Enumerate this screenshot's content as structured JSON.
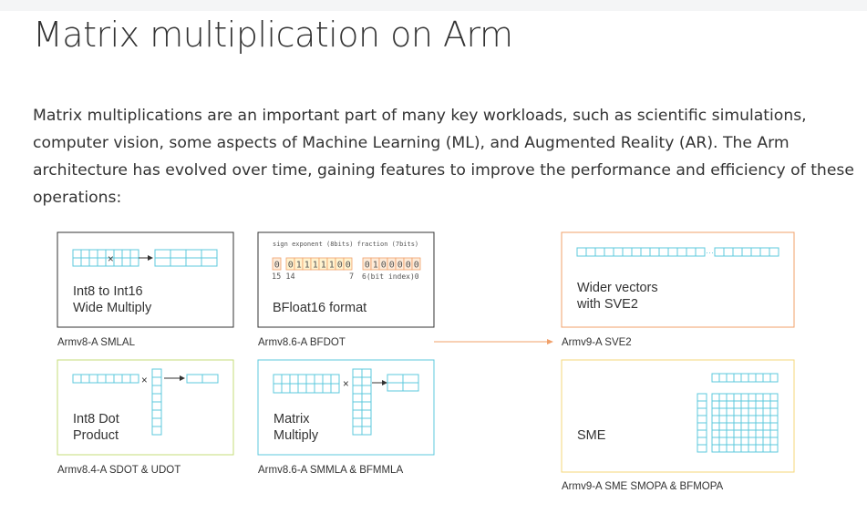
{
  "page": {
    "title": "Matrix multiplication on Arm",
    "intro": "Matrix multiplications are an important part of many key workloads, such as scientific simulations, computer vision, some aspects of Machine Learning (ML), and Augmented Reality (AR). The Arm architecture has evolved over time, gaining features to improve the performance and efficiency of these operations:"
  },
  "diagram": {
    "boxes": [
      {
        "id": "int8-int16",
        "label_lines": [
          "Int8 to Int16",
          "Wide Multiply"
        ],
        "caption": "Armv8-A SMLAL",
        "border": "#333333"
      },
      {
        "id": "bfloat16",
        "label_lines": [
          "BFloat16 format"
        ],
        "caption": "Armv8.6-A BFDOT",
        "border": "#333333"
      },
      {
        "id": "sve2",
        "label_lines": [
          "Wider vectors",
          "with SVE2"
        ],
        "caption": "Armv9-A SVE2",
        "border": "#f0a06a"
      },
      {
        "id": "int8-dot",
        "label_lines": [
          "Int8 Dot",
          "Product"
        ],
        "caption": "Armv8.4-A SDOT & UDOT",
        "border": "#c5de7a"
      },
      {
        "id": "matrix-mult",
        "label_lines": [
          "Matrix",
          "Multiply"
        ],
        "caption": "Armv8.6-A SMMLA & BFMMLA",
        "border": "#5cc8dc"
      },
      {
        "id": "sme",
        "label_lines": [
          "SME"
        ],
        "caption": "Armv9-A SME SMOPA & BFMOPA",
        "border": "#f5d77a"
      }
    ],
    "bfloat16_detail": {
      "field_header": "sign exponent (8bits) fraction (7bits)",
      "sign_bits": [
        "0"
      ],
      "exponent_bits": [
        "0",
        "1",
        "1",
        "1",
        "1",
        "1",
        "0",
        "0"
      ],
      "fraction_bits": [
        "0",
        "1",
        "0",
        "0",
        "0",
        "0",
        "0"
      ],
      "bit_index_labels": {
        "left": "15 14",
        "mid": "7",
        "right": "6(bit index)0"
      }
    },
    "symbols": {
      "times": "×",
      "ellipsis": "···"
    },
    "colors": {
      "cyan": "#5cc8dc",
      "orange": "#f0a06a",
      "lime": "#c5de7a",
      "yellow": "#f5d77a",
      "dark": "#333333"
    }
  }
}
